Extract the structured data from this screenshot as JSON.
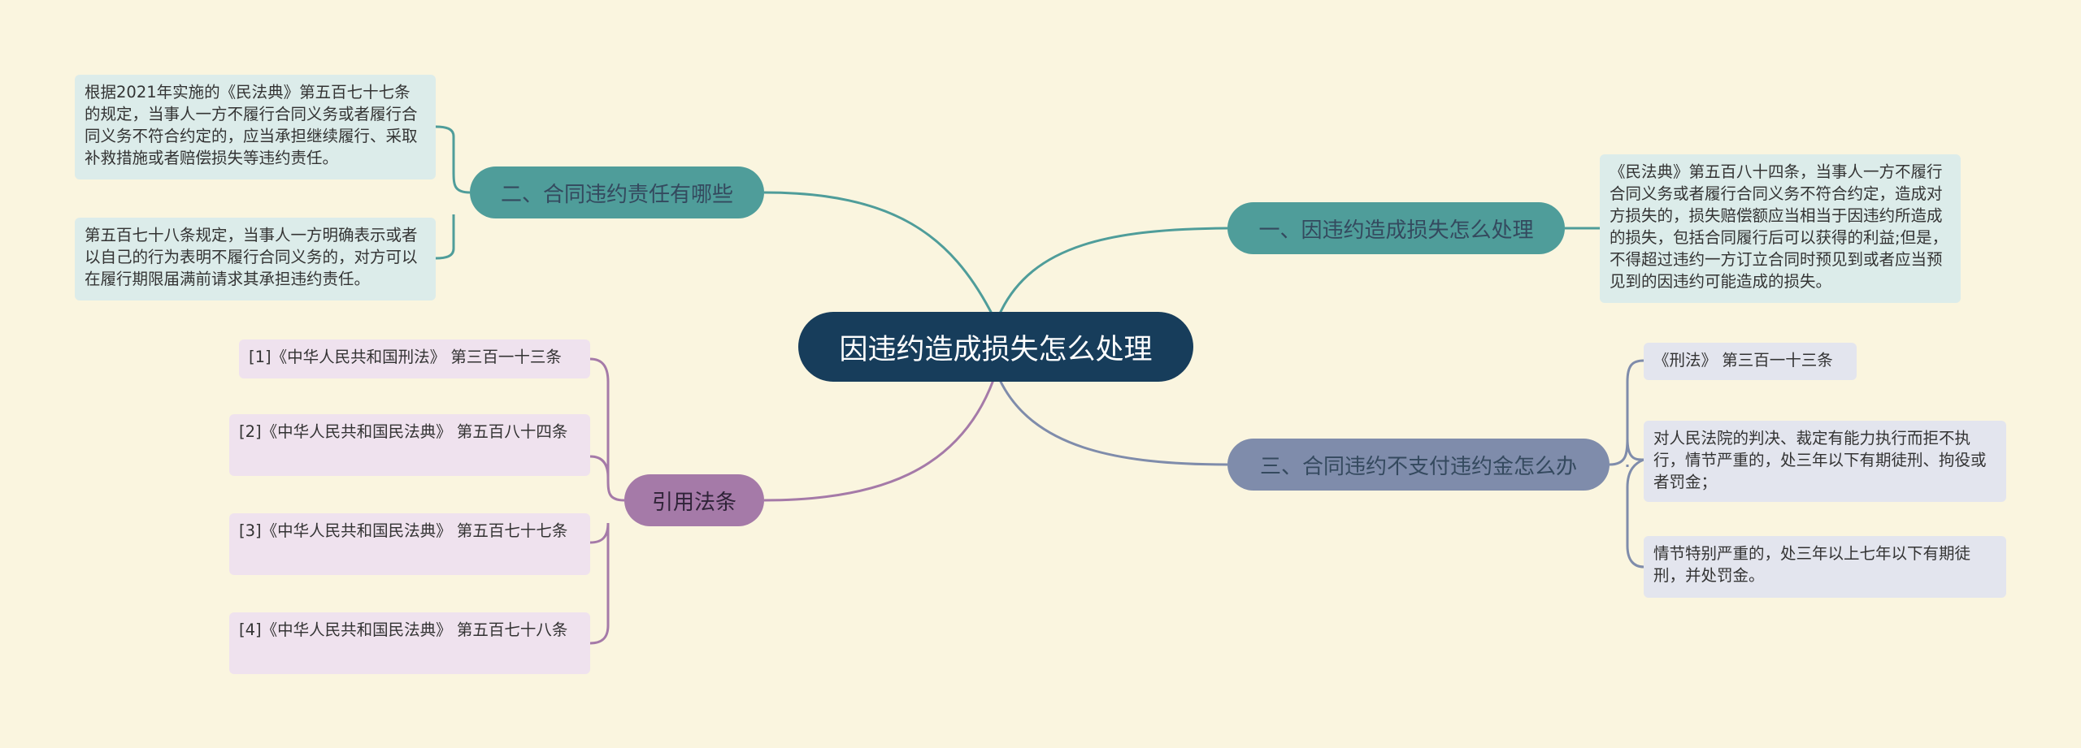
{
  "root": {
    "title": "因违约造成损失怎么处理"
  },
  "colors": {
    "background": "#faf5df",
    "root": "#173d5b",
    "teal": "#4f9d9a",
    "slate": "#7f8cab",
    "purple": "#a57aa8"
  },
  "branches": {
    "b1": {
      "label": "一、因违约造成损失怎么处理",
      "leaves": [
        "《民法典》第五百八十四条，当事人一方不履行合同义务或者履行合同义务不符合约定，造成对方损失的，损失赔偿额应当相当于因违约所造成的损失，包括合同履行后可以获得的利益;但是，不得超过违约一方订立合同时预见到或者应当预见到的因违约可能造成的损失。"
      ]
    },
    "b2": {
      "label": "二、合同违约责任有哪些",
      "leaves": [
        "根据2021年实施的《民法典》第五百七十七条的规定，当事人一方不履行合同义务或者履行合同义务不符合约定的，应当承担继续履行、采取补救措施或者赔偿损失等违约责任。",
        "第五百七十八条规定，当事人一方明确表示或者以自己的行为表明不履行合同义务的，对方可以在履行期限届满前请求其承担违约责任。"
      ]
    },
    "b3": {
      "label": "三、合同违约不支付违约金怎么办",
      "leaves": [
        "《刑法》 第三百一十三条",
        "对人民法院的判决、裁定有能力执行而拒不执行，情节严重的，处三年以下有期徒刑、拘役或者罚金；",
        "情节特别严重的，处三年以上七年以下有期徒刑，并处罚金。"
      ]
    },
    "b4": {
      "label": "引用法条",
      "leaves": [
        "[1]《中华人民共和国刑法》 第三百一十三条",
        "[2]《中华人民共和国民法典》 第五百八十四条",
        "[3]《中华人民共和国民法典》 第五百七十七条",
        "[4]《中华人民共和国民法典》 第五百七十八条"
      ]
    }
  }
}
